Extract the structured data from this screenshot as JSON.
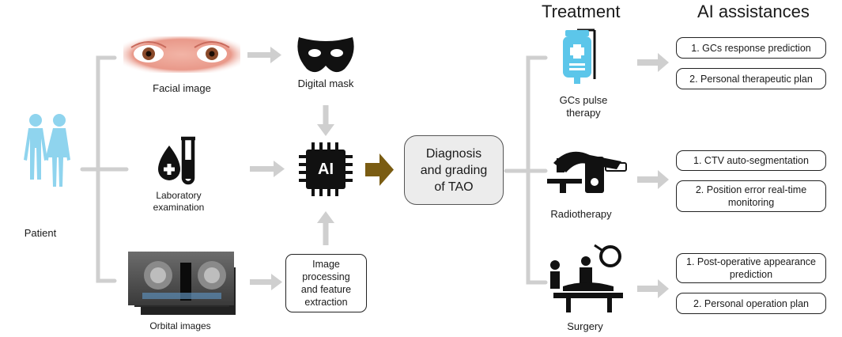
{
  "headings": {
    "treatment": "Treatment",
    "ai_assistances": "AI assistances"
  },
  "inputs": {
    "patient": "Patient",
    "facial_image": "Facial image",
    "laboratory_examination": [
      "Laboratory",
      "examination"
    ],
    "orbital_images": "Orbital images"
  },
  "processing": {
    "digital_mask": "Digital mask",
    "ai_chip": "AI",
    "image_processing": [
      "Image",
      "processing",
      "and feature",
      "extraction"
    ]
  },
  "diagnosis": [
    "Diagnosis",
    "and grading",
    "of TAO"
  ],
  "treatments": {
    "gcs": [
      "GCs pulse",
      "therapy"
    ],
    "radiotherapy": "Radiotherapy",
    "surgery": "Surgery"
  },
  "ai_boxes": {
    "gcs": [
      "1. GCs response prediction",
      "2. Personal therapeutic plan"
    ],
    "radiotherapy": [
      "1. CTV auto-segmentation",
      "2. Position error real-time monitoring"
    ],
    "surgery": [
      "1. Post-operative appearance prediction",
      "2. Personal operation plan"
    ]
  },
  "colors": {
    "arrow_grey": "#cfcfcf",
    "main_arrow": "#7a5c12",
    "human_figure": "#8fd4ee",
    "iv_bag": "#5cc6ea",
    "diagnosis_fill": "#ececec"
  },
  "icons": [
    "human-figure-icon",
    "eyes-photo",
    "mask-icon",
    "blood-drop-icon",
    "test-tube-icon",
    "ai-chip-icon",
    "ct-scan-image",
    "iv-bag-icon",
    "radiotherapy-machine-icon",
    "surgery-icon"
  ]
}
